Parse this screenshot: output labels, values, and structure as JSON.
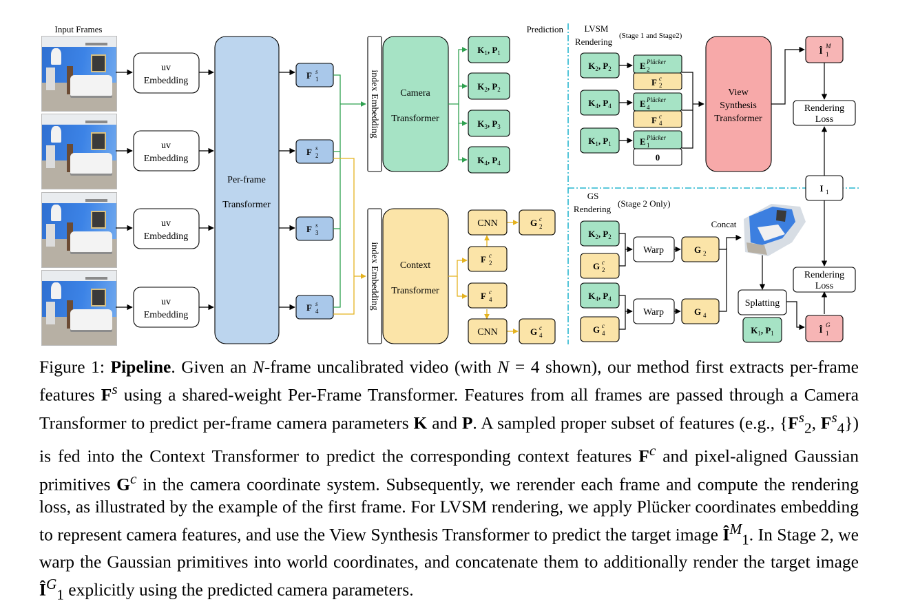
{
  "input_frames_label": "Input Frames",
  "uv_embedding": [
    "uv",
    "Embedding"
  ],
  "per_frame_transformer": [
    "Per-frame",
    "Transformer"
  ],
  "features_s": [
    "F",
    "F",
    "F",
    "F"
  ],
  "features_s_sup": "s",
  "features_s_sub": [
    "1",
    "2",
    "3",
    "4"
  ],
  "index_embedding": "index Embedding",
  "camera_transformer": [
    "Camera",
    "Transformer"
  ],
  "context_transformer": [
    "Context",
    "Transformer"
  ],
  "camera_outputs": [
    {
      "k": "K",
      "ks": "1",
      "p": "P",
      "ps": "1"
    },
    {
      "k": "K",
      "ks": "2",
      "p": "P",
      "ps": "2"
    },
    {
      "k": "K",
      "ks": "3",
      "p": "P",
      "ps": "3"
    },
    {
      "k": "K",
      "ks": "4",
      "p": "P",
      "ps": "4"
    }
  ],
  "cnn_label": "CNN",
  "context_features": {
    "sym": "F",
    "sup": "c",
    "subs": [
      "2",
      "4"
    ]
  },
  "gaussians_c": {
    "sym": "G",
    "sup": "c",
    "subs": [
      "2",
      "4"
    ]
  },
  "prediction_label": "Prediction",
  "lvsm_rendering": [
    "LVSM",
    "Rendering"
  ],
  "lvsm_stage": "(Stage 1 and Stage2)",
  "lvsm_cameras": [
    {
      "k": "K",
      "ks": "2",
      "p": "P",
      "ps": "2"
    },
    {
      "k": "K",
      "ks": "4",
      "p": "P",
      "ps": "4"
    },
    {
      "k": "K",
      "ks": "1",
      "p": "P",
      "ps": "1"
    }
  ],
  "plucker": {
    "sym": "E",
    "sup": "Plücker",
    "subs": [
      "2",
      "4",
      "1"
    ]
  },
  "lvsm_context": {
    "sym": "F",
    "sup": "c",
    "subs": [
      "2",
      "4"
    ]
  },
  "zero_label": "0",
  "view_synthesis_transformer": [
    "View",
    "Synthesis",
    "Transformer"
  ],
  "target_m": {
    "sym": "Î",
    "sub": "1",
    "sup": "M"
  },
  "target_g": {
    "sym": "Î",
    "sub": "1",
    "sup": "G"
  },
  "rendering_loss": [
    "Rendering",
    "Loss"
  ],
  "gt_image": {
    "sym": "I",
    "sub": "1"
  },
  "gs_rendering": [
    "GS",
    "Rendering"
  ],
  "gs_stage": "(Stage 2 Only)",
  "gs_cameras": [
    {
      "k": "K",
      "ks": "2",
      "p": "P",
      "ps": "2"
    },
    {
      "k": "K",
      "ks": "4",
      "p": "P",
      "ps": "4"
    }
  ],
  "gs_gaussians_c": {
    "sym": "G",
    "sup": "c",
    "subs": [
      "2",
      "4"
    ]
  },
  "warp_label": "Warp",
  "gs_world": {
    "sym": "G",
    "subs": [
      "2",
      "4"
    ]
  },
  "concat_label": "Concat",
  "splatting_label": "Splatting",
  "splat_camera": {
    "k": "K",
    "ks": "1",
    "p": "P",
    "ps": "1"
  },
  "colors": {
    "per_frame": "#bcd5ee",
    "feature_s": "#a9c8ea",
    "camera": "#a6e3c5",
    "context": "#fbe4a8",
    "view_synth": "#f7a9a9",
    "target": "#f7b5b5",
    "green_line": "#2ea04f",
    "yellow_line": "#e4b21f",
    "dash": "#27b5cf"
  },
  "caption": {
    "figure_label": "Figure 1:",
    "bold_title": "Pipeline",
    "sentences": [
      ". Given an ",
      "N",
      "-frame uncalibrated video (with ",
      "N",
      " = 4 shown), our method first extracts per-frame features ",
      "F",
      "s",
      " using a shared-weight Per-Frame Transformer. Features from all frames are passed through a Camera Transformer to predict per-frame camera parameters ",
      "K",
      " and ",
      "P",
      ". A sampled proper subset of features (e.g., {",
      "F",
      "s",
      "2",
      ", ",
      "F",
      "s",
      "4",
      "}) is fed into the Context Transformer to predict the corresponding context features ",
      "F",
      "c",
      " and pixel-aligned Gaussian primitives ",
      "G",
      "c",
      " in the camera coordinate system. Subsequently, we rerender each frame and compute the rendering loss, as illustrated by the example of the first frame. For LVSM rendering, we apply Plücker coordinates embedding to represent camera features, and use the View Synthesis Transformer to predict the target image ",
      "Î",
      "M",
      "1",
      ". In Stage 2, we warp the Gaussian primitives into world coordinates, and concatenate them to additionally render the target image ",
      "Î",
      "G",
      "1",
      " explicitly using the predicted camera parameters."
    ]
  }
}
